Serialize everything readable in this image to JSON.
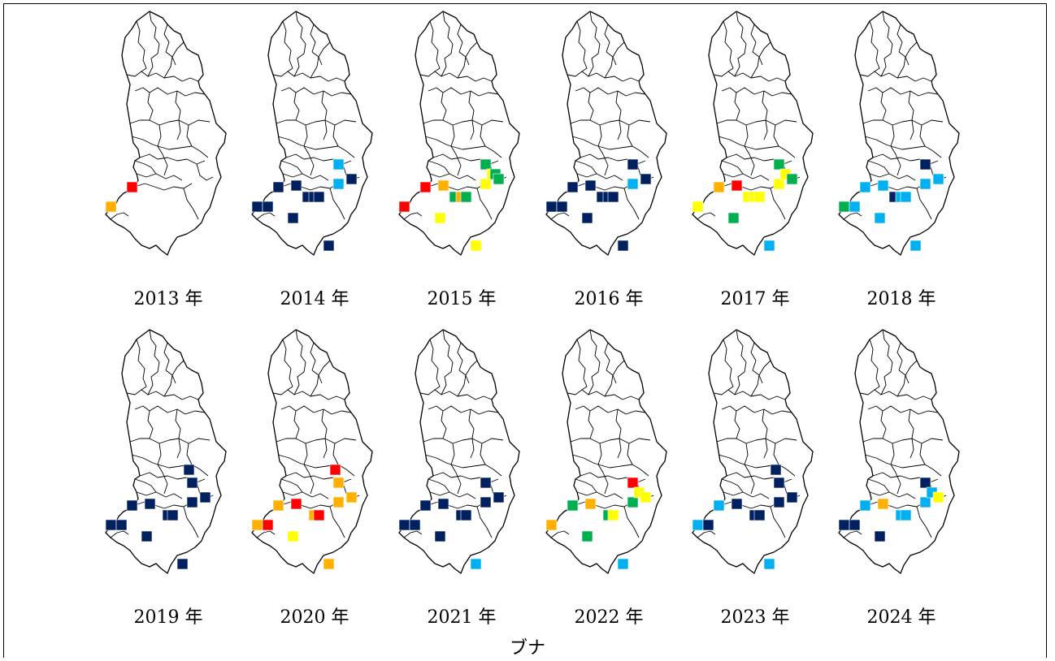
{
  "caption": "ブナ",
  "legend_colors": {
    "red": "#ff0000",
    "orange": "#ffb000",
    "yellow": "#ffff00",
    "green": "#00b050",
    "light_blue": "#00b0f0",
    "navy": "#002060"
  },
  "panels": [
    {
      "year_label": "2013 年",
      "sites": [
        {
          "site": 1,
          "color": "orange"
        },
        {
          "site": 2,
          "color": "red"
        },
        {
          "site": 3,
          "color": "green"
        },
        {
          "site": 4,
          "color": "yellow"
        },
        {
          "site": 5,
          "color": "green"
        },
        {
          "site": 6,
          "color": "light_blue"
        },
        {
          "site": 7,
          "color": "light_blue"
        },
        {
          "site": 8,
          "color": "red"
        },
        {
          "site": 9,
          "color": "yellow"
        },
        {
          "site": 10,
          "color": "green"
        }
      ]
    },
    {
      "year_label": "2014 年",
      "sites": [
        {
          "site": 1,
          "color": "navy"
        },
        {
          "site": 11,
          "color": "navy"
        },
        {
          "site": 2,
          "color": "navy"
        },
        {
          "site": 12,
          "color": "navy"
        },
        {
          "site": 13,
          "color": "navy"
        },
        {
          "site": 14,
          "color": "navy"
        },
        {
          "site": 15,
          "color": "navy"
        },
        {
          "site": 16,
          "color": "navy"
        },
        {
          "site": 17,
          "color": "navy"
        },
        {
          "site": 18,
          "color": "light_blue"
        },
        {
          "site": 19,
          "color": "light_blue"
        },
        {
          "site": 20,
          "color": "navy"
        }
      ]
    },
    {
      "year_label": "2015 年",
      "sites": [
        {
          "site": 1,
          "color": "red"
        },
        {
          "site": 2,
          "color": "red"
        },
        {
          "site": 12,
          "color": "orange"
        },
        {
          "site": 13,
          "color": "green"
        },
        {
          "site": 14,
          "color": "orange"
        },
        {
          "site": 15,
          "color": "green"
        },
        {
          "site": 16,
          "color": "yellow"
        },
        {
          "site": 17,
          "color": "yellow"
        },
        {
          "site": 18,
          "color": "green"
        },
        {
          "site": 19,
          "color": "yellow"
        },
        {
          "site": 21,
          "color": "yellow"
        },
        {
          "site": 22,
          "color": "green"
        },
        {
          "site": 20,
          "color": "green"
        }
      ]
    },
    {
      "year_label": "2016 年",
      "sites": [
        {
          "site": 1,
          "color": "navy"
        },
        {
          "site": 11,
          "color": "navy"
        },
        {
          "site": 2,
          "color": "navy"
        },
        {
          "site": 12,
          "color": "navy"
        },
        {
          "site": 13,
          "color": "navy"
        },
        {
          "site": 14,
          "color": "navy"
        },
        {
          "site": 15,
          "color": "navy"
        },
        {
          "site": 16,
          "color": "navy"
        },
        {
          "site": 17,
          "color": "navy"
        },
        {
          "site": 18,
          "color": "navy"
        },
        {
          "site": 19,
          "color": "light_blue"
        },
        {
          "site": 20,
          "color": "navy"
        }
      ]
    },
    {
      "year_label": "2017 年",
      "sites": [
        {
          "site": 1,
          "color": "yellow"
        },
        {
          "site": 2,
          "color": "orange"
        },
        {
          "site": 12,
          "color": "red"
        },
        {
          "site": 13,
          "color": "yellow"
        },
        {
          "site": 14,
          "color": "yellow"
        },
        {
          "site": 15,
          "color": "yellow"
        },
        {
          "site": 16,
          "color": "green"
        },
        {
          "site": 17,
          "color": "light_blue"
        },
        {
          "site": 18,
          "color": "green"
        },
        {
          "site": 19,
          "color": "yellow"
        },
        {
          "site": 21,
          "color": "yellow"
        },
        {
          "site": 20,
          "color": "green"
        }
      ]
    },
    {
      "year_label": "2018 年",
      "sites": [
        {
          "site": 1,
          "color": "green"
        },
        {
          "site": 11,
          "color": "light_blue"
        },
        {
          "site": 2,
          "color": "light_blue"
        },
        {
          "site": 12,
          "color": "light_blue"
        },
        {
          "site": 13,
          "color": "navy"
        },
        {
          "site": 14,
          "color": "light_blue"
        },
        {
          "site": 15,
          "color": "light_blue"
        },
        {
          "site": 16,
          "color": "light_blue"
        },
        {
          "site": 17,
          "color": "light_blue"
        },
        {
          "site": 18,
          "color": "navy"
        },
        {
          "site": 19,
          "color": "light_blue"
        },
        {
          "site": 20,
          "color": "light_blue"
        }
      ]
    },
    {
      "year_label": "2019 年",
      "sites": [
        {
          "site": 1,
          "color": "navy"
        },
        {
          "site": 11,
          "color": "navy"
        },
        {
          "site": 2,
          "color": "navy"
        },
        {
          "site": 12,
          "color": "navy"
        },
        {
          "site": 14,
          "color": "navy"
        },
        {
          "site": 15,
          "color": "navy"
        },
        {
          "site": 16,
          "color": "navy"
        },
        {
          "site": 17,
          "color": "navy"
        },
        {
          "site": 18,
          "color": "navy"
        },
        {
          "site": 19,
          "color": "navy"
        },
        {
          "site": 23,
          "color": "navy"
        },
        {
          "site": 20,
          "color": "navy"
        }
      ]
    },
    {
      "year_label": "2020 年",
      "sites": [
        {
          "site": 1,
          "color": "orange"
        },
        {
          "site": 11,
          "color": "red"
        },
        {
          "site": 2,
          "color": "orange"
        },
        {
          "site": 12,
          "color": "red"
        },
        {
          "site": 14,
          "color": "orange"
        },
        {
          "site": 15,
          "color": "red"
        },
        {
          "site": 16,
          "color": "yellow"
        },
        {
          "site": 17,
          "color": "orange"
        },
        {
          "site": 18,
          "color": "orange"
        },
        {
          "site": 19,
          "color": "orange"
        },
        {
          "site": 23,
          "color": "red"
        },
        {
          "site": 20,
          "color": "orange"
        }
      ]
    },
    {
      "year_label": "2021 年",
      "sites": [
        {
          "site": 1,
          "color": "navy"
        },
        {
          "site": 11,
          "color": "navy"
        },
        {
          "site": 2,
          "color": "navy"
        },
        {
          "site": 12,
          "color": "navy"
        },
        {
          "site": 14,
          "color": "navy"
        },
        {
          "site": 15,
          "color": "navy"
        },
        {
          "site": 16,
          "color": "navy"
        },
        {
          "site": 17,
          "color": "light_blue"
        },
        {
          "site": 18,
          "color": "navy"
        },
        {
          "site": 19,
          "color": "navy"
        },
        {
          "site": 20,
          "color": "navy"
        }
      ]
    },
    {
      "year_label": "2022 年",
      "sites": [
        {
          "site": 1,
          "color": "orange"
        },
        {
          "site": 2,
          "color": "green"
        },
        {
          "site": 12,
          "color": "orange"
        },
        {
          "site": 14,
          "color": "green"
        },
        {
          "site": 15,
          "color": "yellow"
        },
        {
          "site": 16,
          "color": "green"
        },
        {
          "site": 17,
          "color": "light_blue"
        },
        {
          "site": 18,
          "color": "red"
        },
        {
          "site": 19,
          "color": "green"
        },
        {
          "site": 21,
          "color": "yellow"
        },
        {
          "site": 20,
          "color": "yellow"
        }
      ]
    },
    {
      "year_label": "2023 年",
      "sites": [
        {
          "site": 1,
          "color": "light_blue"
        },
        {
          "site": 11,
          "color": "navy"
        },
        {
          "site": 2,
          "color": "light_blue"
        },
        {
          "site": 12,
          "color": "navy"
        },
        {
          "site": 14,
          "color": "navy"
        },
        {
          "site": 15,
          "color": "navy"
        },
        {
          "site": 17,
          "color": "light_blue"
        },
        {
          "site": 18,
          "color": "navy"
        },
        {
          "site": 19,
          "color": "navy"
        },
        {
          "site": 23,
          "color": "navy"
        },
        {
          "site": 20,
          "color": "navy"
        }
      ]
    },
    {
      "year_label": "2024 年",
      "sites": [
        {
          "site": 1,
          "color": "navy"
        },
        {
          "site": 11,
          "color": "navy"
        },
        {
          "site": 2,
          "color": "light_blue"
        },
        {
          "site": 12,
          "color": "orange"
        },
        {
          "site": 14,
          "color": "light_blue"
        },
        {
          "site": 15,
          "color": "light_blue"
        },
        {
          "site": 16,
          "color": "navy"
        },
        {
          "site": 18,
          "color": "navy"
        },
        {
          "site": 19,
          "color": "light_blue"
        },
        {
          "site": 21,
          "color": "light_blue"
        },
        {
          "site": 20,
          "color": "yellow"
        }
      ]
    }
  ]
}
